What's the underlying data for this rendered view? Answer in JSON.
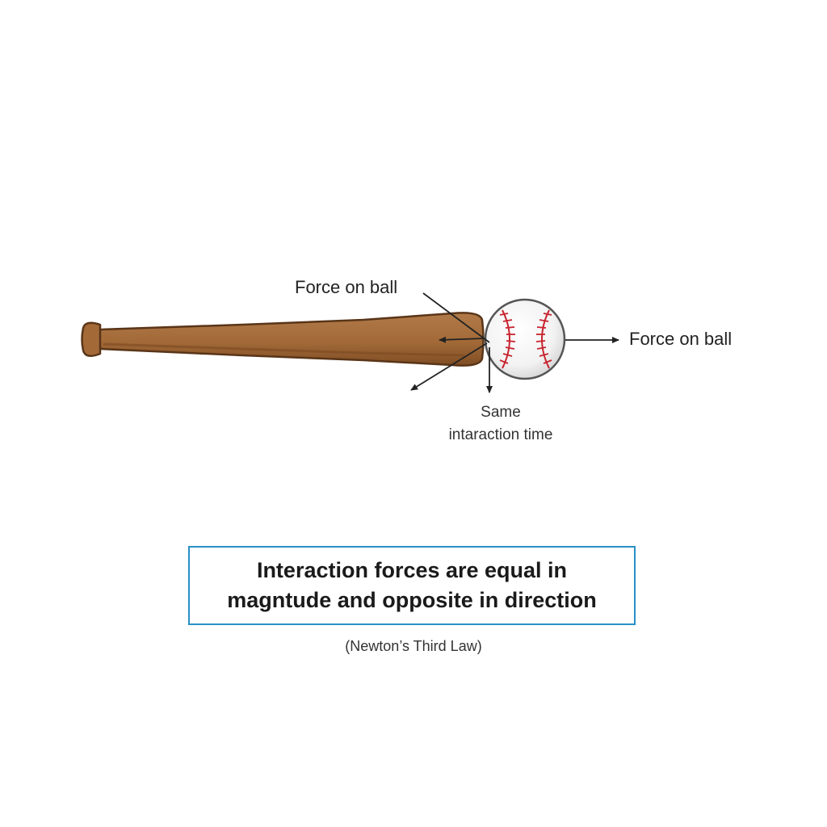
{
  "labels": {
    "force_on_ball_top": "Force on ball",
    "force_on_ball_right": "Force on ball",
    "same_interaction_time": [
      "Same",
      "intaraction time"
    ]
  },
  "principle": {
    "lines": [
      "Interaction forces are equal in",
      "magntude and opposite in direction"
    ],
    "caption": "(Newton’s Third Law)"
  },
  "colors": {
    "bat_body": "#a87040",
    "bat_shadow": "#8a5528",
    "bat_outline": "#5a3518",
    "ball_fill": "#f7f7f7",
    "ball_shade": "#d9d9d9",
    "ball_outline": "#555555",
    "stitch": "#c8242f",
    "arrow": "#222222",
    "box_border": "#2a8fc7"
  },
  "icons": [
    "baseball-bat-icon",
    "baseball-icon"
  ]
}
